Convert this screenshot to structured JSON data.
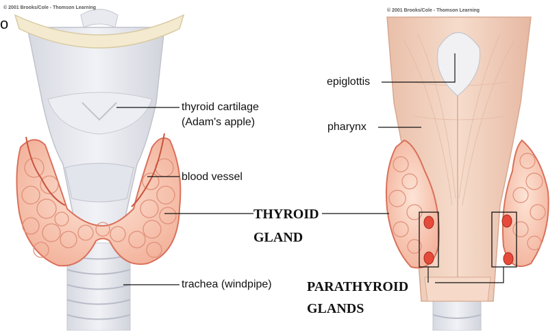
{
  "copyright_left": "© 2001 Brooks/Cole - Thomson Learning",
  "copyright_right": "© 2001 Brooks/Cole - Thomson Learning",
  "edge_fragment": "o",
  "labels": {
    "thyroid_cartilage_line1": "thyroid cartilage",
    "thyroid_cartilage_line2": "(Adam's apple)",
    "blood_vessel": "blood vessel",
    "trachea": "trachea (windpipe)",
    "epiglottis": "epiglottis",
    "pharynx": "pharynx"
  },
  "headings": {
    "thyroid_line1": "THYROID",
    "thyroid_line2": "GLAND",
    "parathyroid_line1": "PARATHYROID",
    "parathyroid_line2": "GLANDS"
  },
  "colors": {
    "gland_fill": "#f6c4ad",
    "gland_stroke": "#d9705a",
    "cartilage": "#e6e7ee",
    "hyoid": "#f3ead0",
    "pharynx": "#f2d0bd",
    "parathyroid": "#e64a3a"
  }
}
